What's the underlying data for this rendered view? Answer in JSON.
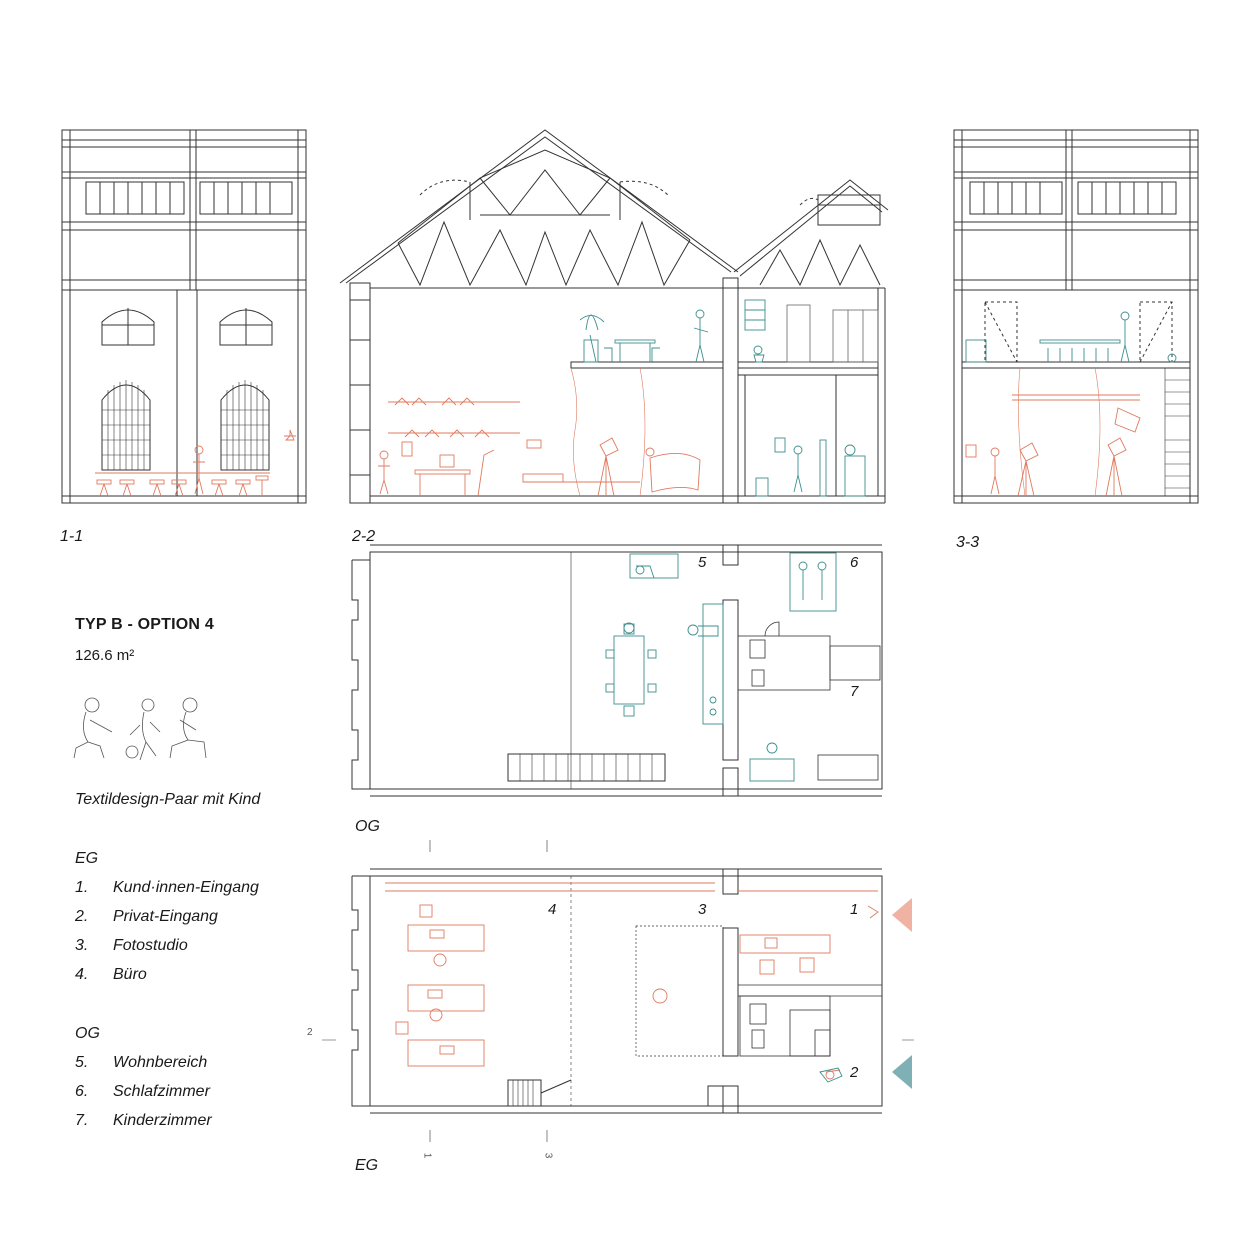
{
  "sections": {
    "s11": "1-1",
    "s22": "2-2",
    "s33": "3-3"
  },
  "plans": {
    "og": "OG",
    "eg": "EG"
  },
  "project": {
    "title": "TYP B - OPTION 4",
    "area": "126.6 m²",
    "tagline": "Textildesign-Paar mit Kind"
  },
  "legend": {
    "eg_heading": "EG",
    "eg_items": [
      {
        "num": "1.",
        "label": "Kund·innen-Eingang"
      },
      {
        "num": "2.",
        "label": "Privat-Eingang"
      },
      {
        "num": "3.",
        "label": "Fotostudio"
      },
      {
        "num": "4.",
        "label": "Büro"
      }
    ],
    "og_heading": "OG",
    "og_items": [
      {
        "num": "5.",
        "label": "Wohnbereich"
      },
      {
        "num": "6.",
        "label": "Schlafzimmer"
      },
      {
        "num": "7.",
        "label": "Kinderzimmer"
      }
    ]
  },
  "plan_labels": {
    "og": [
      "5",
      "6",
      "7"
    ],
    "eg": [
      "4",
      "3",
      "1",
      "2"
    ]
  },
  "cut_marks": {
    "c1": "1",
    "c2": "2",
    "c3": "3"
  },
  "colors": {
    "line": "#333333",
    "commercial": "#e07a5f",
    "private": "#3d8f8f",
    "arrow_customer": "#f0b3a3",
    "arrow_private": "#7fb0b5"
  }
}
